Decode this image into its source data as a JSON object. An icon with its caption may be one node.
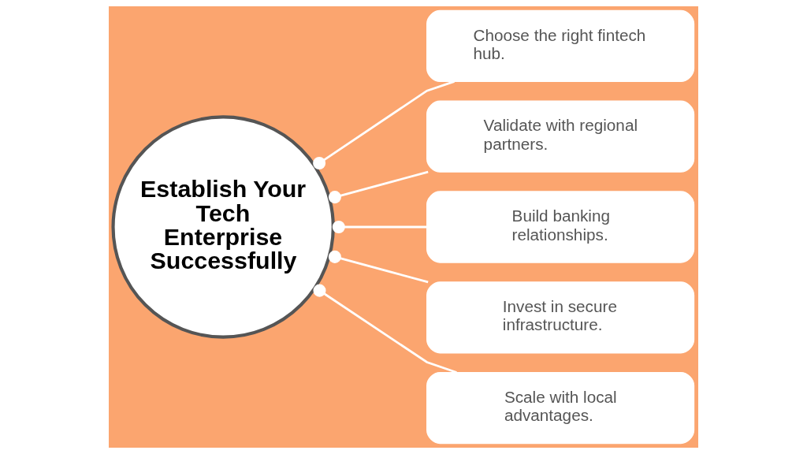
{
  "diagram": {
    "nodes": [
      {
        "text": [
          "Establish Your Tech Enterprise Successfully"
        ]
      },
      {
        "text": [
          "Choose the right fintech hub."
        ]
      },
      {
        "text": [
          "Validate with regional partners."
        ]
      },
      {
        "text": [
          "Build banking relationships."
        ]
      },
      {
        "text": [
          "Invest in secure infrastructure."
        ]
      },
      {
        "text": [
          "Scale with local advantages."
        ]
      }
    ],
    "edges": [
      {
        "from": 0,
        "to": 1,
        "arrow": "other"
      },
      {
        "from": 0,
        "to": 2,
        "arrow": "other"
      },
      {
        "from": 0,
        "to": 3,
        "arrow": "other"
      },
      {
        "from": 0,
        "to": 4,
        "arrow": "other"
      },
      {
        "from": 0,
        "to": 5,
        "arrow": "other"
      }
    ]
  }
}
